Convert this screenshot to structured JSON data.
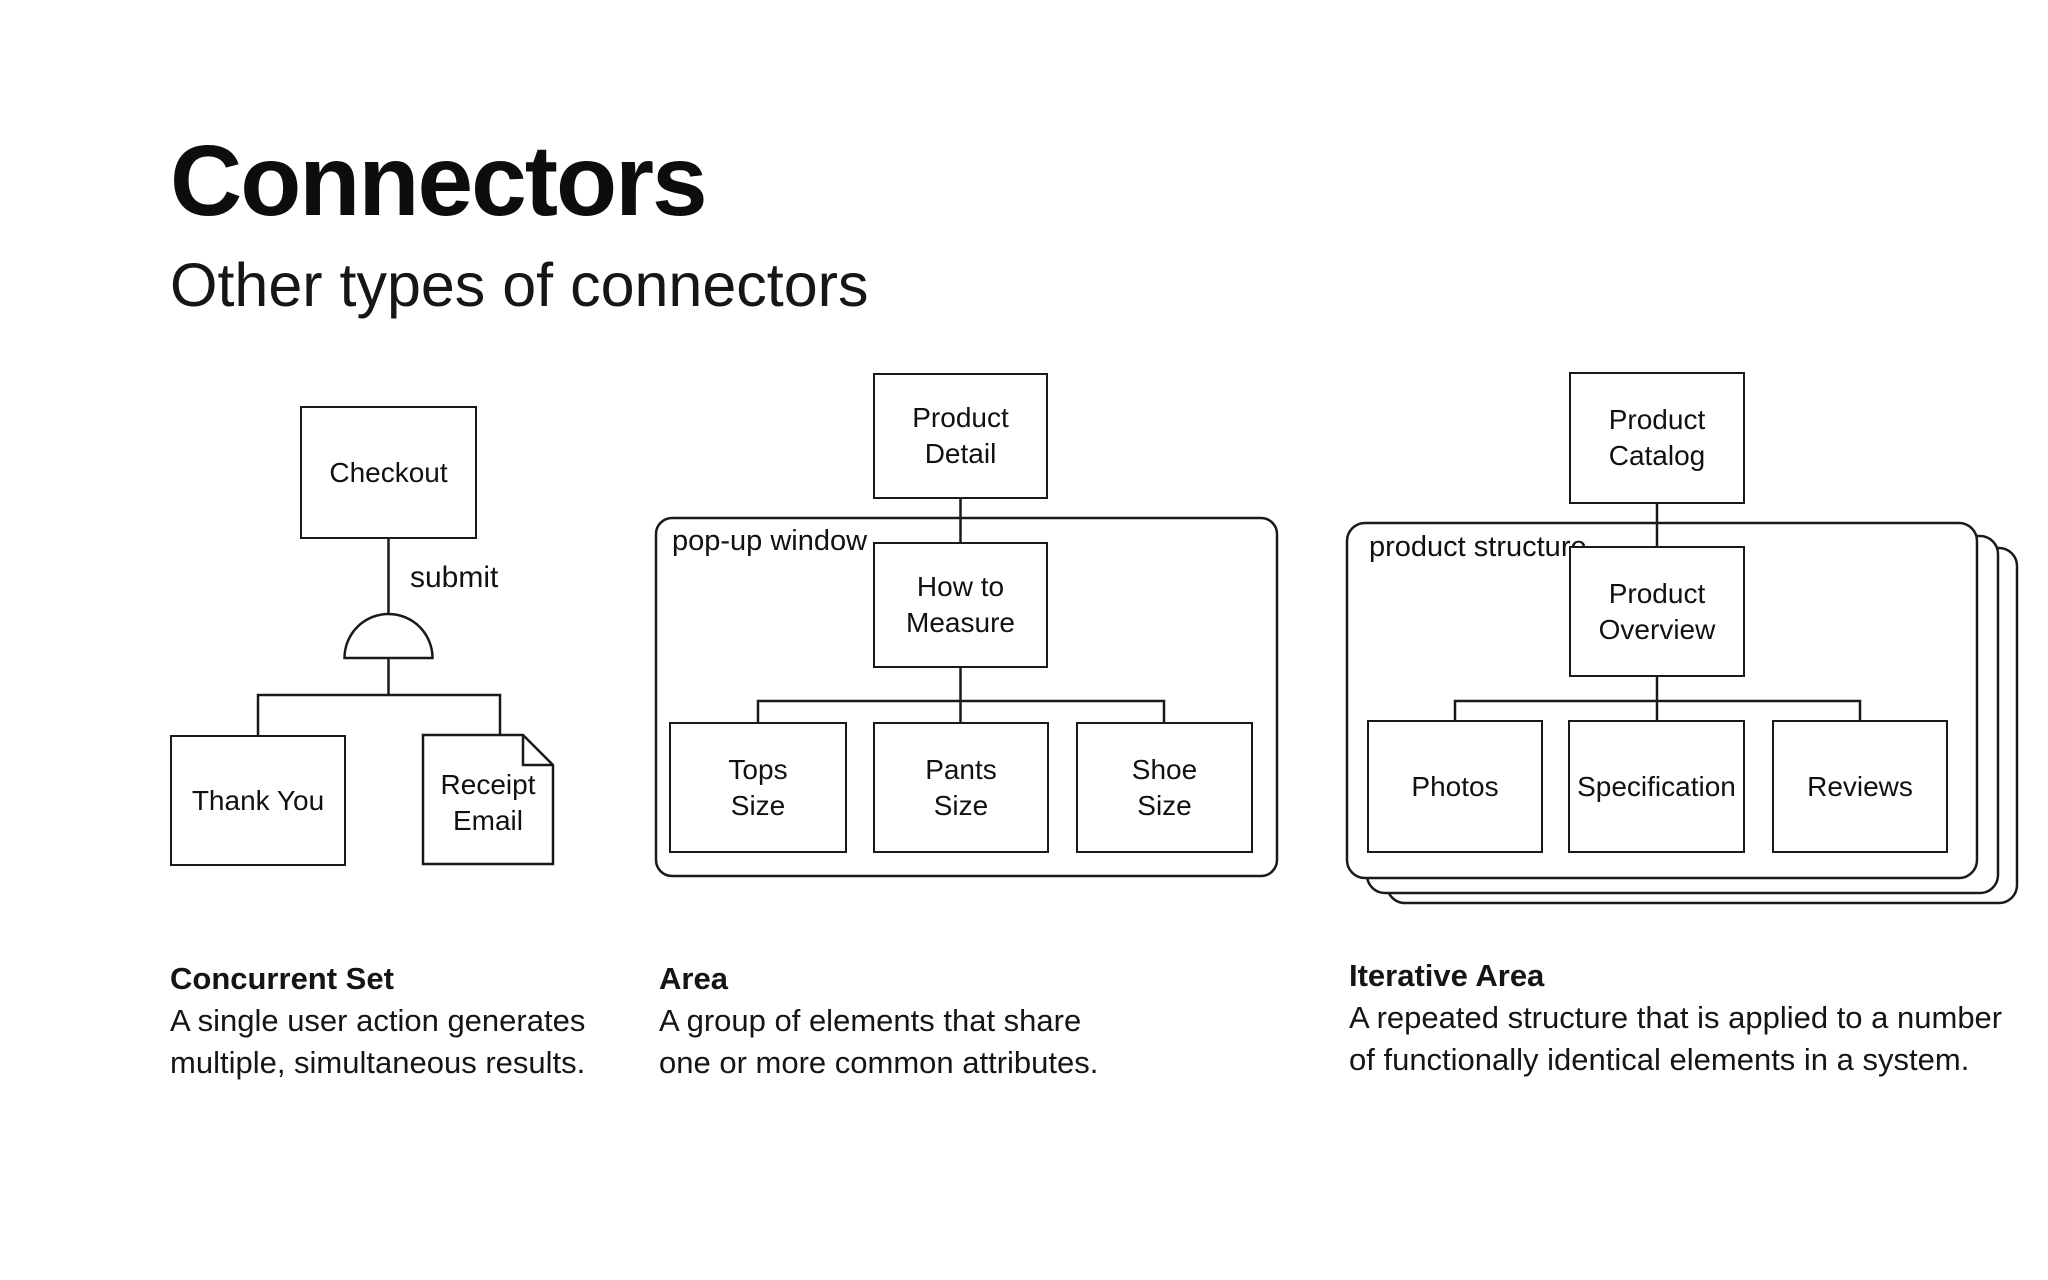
{
  "page": {
    "title": "Connectors",
    "subtitle": "Other types of connectors"
  },
  "colors": {
    "background": "#ffffff",
    "ink": "#1a1a1a",
    "text": "#111111"
  },
  "diagrams": {
    "concurrent_set": {
      "nodes": {
        "checkout": "Checkout",
        "thank_you": "Thank You",
        "receipt_email": "Receipt\nEmail"
      },
      "edge_label": "submit",
      "connector_shape": "half-circle-concurrent-connector",
      "caption_title": "Concurrent Set",
      "caption_lines": [
        "A single user action generates",
        "multiple, simultaneous results."
      ]
    },
    "area": {
      "container_label": "pop-up window",
      "nodes": {
        "product_detail": "Product\nDetail",
        "how_to_measure": "How to\nMeasure",
        "tops_size": "Tops\nSize",
        "pants_size": "Pants\nSize",
        "shoe_size": "Shoe\nSize"
      },
      "caption_title": "Area",
      "caption_lines": [
        "A group of elements that share",
        "one or more common attributes."
      ]
    },
    "iterative_area": {
      "container_label": "product structure",
      "nodes": {
        "product_catalog": "Product\nCatalog",
        "product_overview": "Product\nOverview",
        "photos": "Photos",
        "specification": "Specification",
        "reviews": "Reviews"
      },
      "caption_title": "Iterative Area",
      "caption_lines": [
        "A repeated structure that is applied to a number",
        "of functionally identical elements in a system."
      ]
    }
  }
}
